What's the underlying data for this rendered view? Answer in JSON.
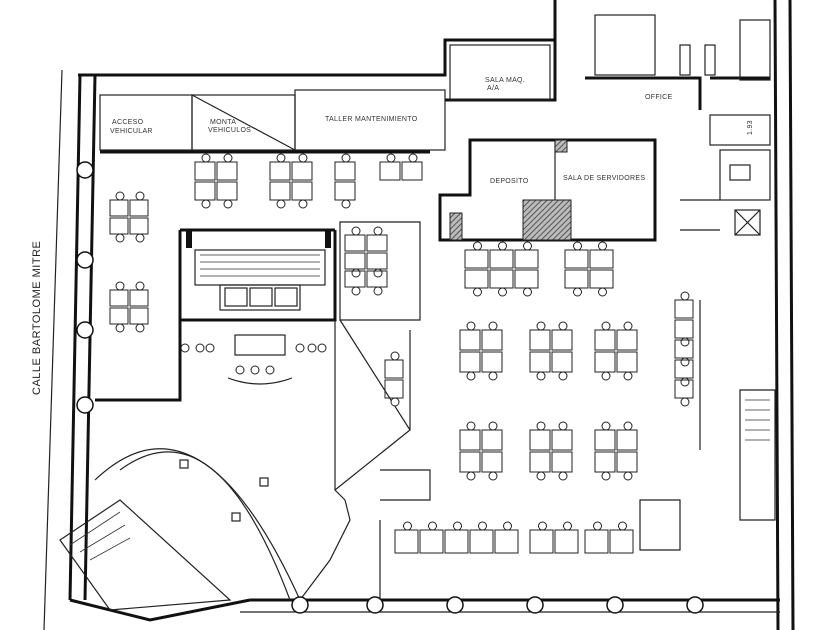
{
  "street": {
    "label": "CALLE BARTOLOME MITRE"
  },
  "rooms": {
    "acceso_vehicular": [
      "ACCESO",
      "VEHICULAR"
    ],
    "monta_vehiculos": [
      "MONTA",
      "VEHICULOS"
    ],
    "taller": "TALLER MANTENIMIENTO",
    "sala_maq": [
      "SALA MAQ.",
      "A/A"
    ],
    "office": "OFFICE",
    "deposito": "DEPOSITO",
    "servidores": "SALA DE SERVIDORES",
    "dim": "1.93"
  },
  "colors": {
    "line": "#111111",
    "hatch": "#555555",
    "background": "#ffffff"
  }
}
